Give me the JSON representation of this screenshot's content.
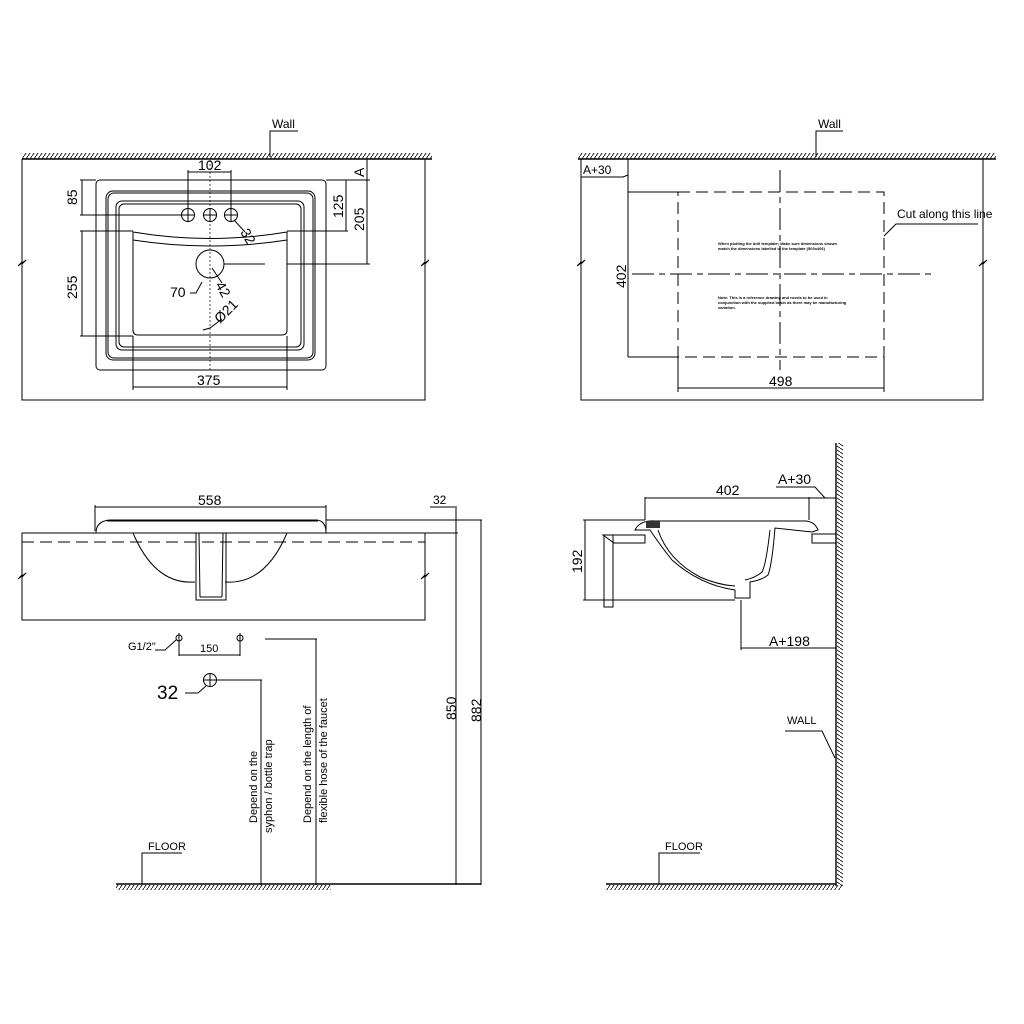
{
  "views": {
    "top_view": {
      "wall_label": "Wall",
      "dims": {
        "tap_spacing": "102",
        "tap_to_back": "85",
        "back_to_bowl": "125",
        "back_to_drain": "205",
        "wall_offset": "A",
        "bowl_depth": "255",
        "bowl_width": "375",
        "tap_hole": "32",
        "drain_outer": "70",
        "drain_inner": "42",
        "overflow": "Ø21"
      }
    },
    "template_view": {
      "wall_label": "Wall",
      "offset_label": "A+30",
      "cut_label": "Cut along this line",
      "height_dim": "402",
      "width_dim": "498",
      "note_1_line_1": "When plotting the drill template; Make sure dimensions shown",
      "note_1_line_2": "match the dimensions labelled in the template (503x406)",
      "note_2_line_1": "Note: This is a reference drawing and needs to be used in",
      "note_2_line_2": "conjunction with the supplied basin as there may be manufacturing",
      "note_2_line_3": "variation."
    },
    "front_view": {
      "basin_width": "558",
      "rim_height": "32",
      "thread_label": "G1/2\"",
      "supply_spacing": "150",
      "waste_label": "32",
      "height_850": "850",
      "height_882": "882",
      "syphon_note_1": "Depend on the",
      "syphon_note_2": "syphon / bottle trap",
      "hose_note_1": "Depend on the length of",
      "hose_note_2": "flexible hose of the faucet",
      "floor_label": "FLOOR"
    },
    "side_view": {
      "depth_dim": "402",
      "offset_label": "A+30",
      "height_dim": "192",
      "waste_offset": "A+198",
      "wall_label": "WALL",
      "floor_label": "FLOOR"
    }
  }
}
